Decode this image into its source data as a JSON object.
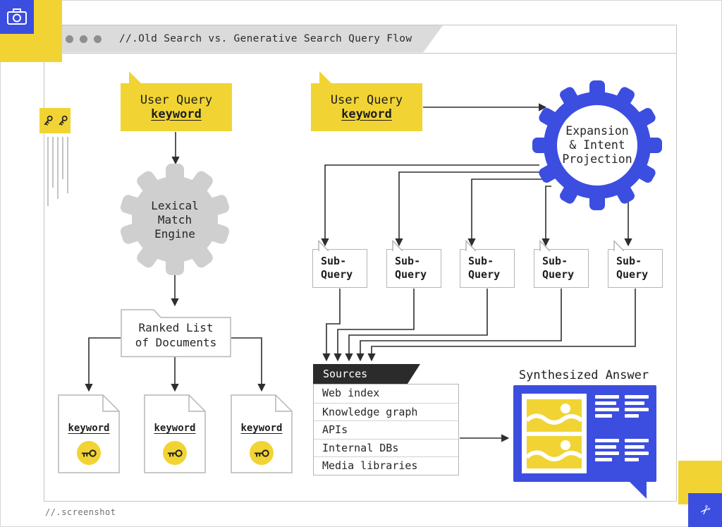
{
  "frame": {
    "caption": "//.screenshot",
    "icons": {
      "scissors": "✂",
      "camera": "camera-shape"
    }
  },
  "window": {
    "title": "//.Old Search vs. Generative Search Query Flow",
    "dots": 3
  },
  "colors": {
    "yellow": "#F1D433",
    "blue": "#3C4EE0",
    "gear_gray": "#CFCFCF",
    "line": "#2E2E2E",
    "banner_gray": "#DBDBDB",
    "dark": "#2B2B2B"
  },
  "old_flow": {
    "query_tag": {
      "line1": "User Query",
      "keyword": "keyword"
    },
    "engine": {
      "line1": "Lexical",
      "line2": "Match",
      "line3": "Engine"
    },
    "ranked_list": {
      "line1": "Ranked List",
      "line2": "of Documents"
    },
    "documents": [
      {
        "label": "keyword"
      },
      {
        "label": "keyword"
      },
      {
        "label": "keyword"
      }
    ]
  },
  "gen_flow": {
    "query_tag": {
      "line1": "User Query",
      "keyword": "keyword"
    },
    "expansion": {
      "line1": "Expansion",
      "line2": "& Intent",
      "line3": "Projection"
    },
    "subqueries": [
      {
        "line1": "Sub-",
        "line2": "Query"
      },
      {
        "line1": "Sub-",
        "line2": "Query"
      },
      {
        "line1": "Sub-",
        "line2": "Query"
      },
      {
        "line1": "Sub-",
        "line2": "Query"
      },
      {
        "line1": "Sub-",
        "line2": "Query"
      }
    ],
    "sources": {
      "header": "Sources",
      "items": [
        "Web index",
        "Knowledge graph",
        "APIs",
        "Internal DBs",
        "Media libraries"
      ]
    },
    "answer_label": "Synthesized Answer"
  }
}
